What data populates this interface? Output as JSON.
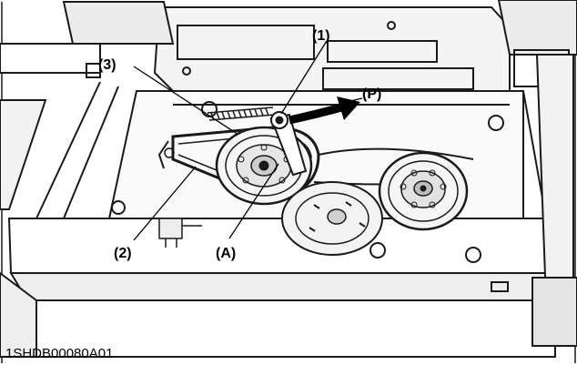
{
  "labels": {
    "one": "(1)",
    "two": "(2)",
    "three": "(3)",
    "a": "(A)",
    "p": "(P)"
  },
  "figure_code": "1SHDB00080A01",
  "colors": {
    "background": "#ffffff",
    "line": "#1a1a1a",
    "shade": "#dcdcdc",
    "shade_dark": "#9a9a9a",
    "arrow": "#000000"
  }
}
